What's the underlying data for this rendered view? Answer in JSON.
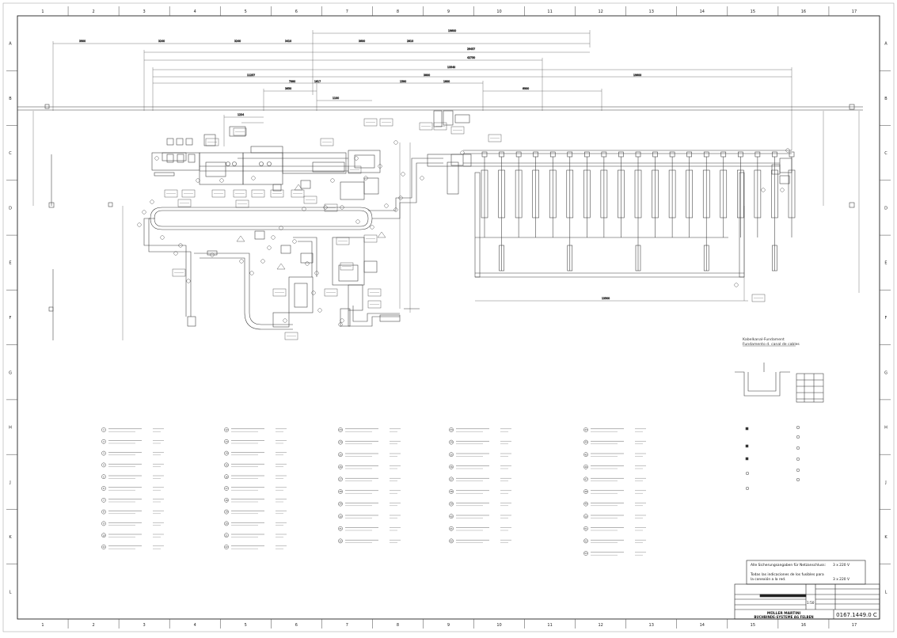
{
  "grid": {
    "columns": [
      "1",
      "2",
      "3",
      "4",
      "5",
      "6",
      "7",
      "8",
      "9",
      "10",
      "11",
      "12",
      "13",
      "14",
      "15",
      "16",
      "17"
    ],
    "rows": [
      "A",
      "B",
      "C",
      "D",
      "E",
      "F",
      "G",
      "H",
      "J",
      "K",
      "L"
    ]
  },
  "detail": {
    "title_de": "Kabelkanal-Fundament",
    "title_es": "Fundamento d. canal de cables"
  },
  "legend": {
    "columns": [
      {
        "codes": [
          "1",
          "2",
          "3",
          "4",
          "5",
          "6",
          "7",
          "8",
          "9",
          "10",
          "11"
        ]
      },
      {
        "codes": [
          "12",
          "13",
          "14",
          "15",
          "16",
          "17",
          "18",
          "19",
          "20",
          "21",
          "22"
        ]
      },
      {
        "codes": [
          "23",
          "24",
          "25",
          "26",
          "27",
          "28",
          "29",
          "30",
          "31",
          "32"
        ]
      },
      {
        "codes": [
          "33",
          "34",
          "35",
          "36",
          "37",
          "38",
          "39",
          "40",
          "41",
          "42"
        ]
      },
      {
        "codes": [
          "43",
          "44",
          "45",
          "46",
          "47",
          "48",
          "49",
          "50",
          "51",
          "52",
          "53"
        ]
      }
    ]
  },
  "notes": {
    "note_de": "Alle Sicherungsangaben für Netzanschluss:",
    "note_es_1": "Todas las indicaciones de los fusibles para",
    "note_es_2": "la conexión a la red.",
    "voltage_1": "3 x 220 V",
    "voltage_2": "3 x 220 V"
  },
  "title_block": {
    "scale": "1:50",
    "company_1": "MÜLLER MARTINI",
    "company_2": "BUCHBINDE-SYSTEME AG FELBEN",
    "drawing_number": "0167.1449.0 C"
  },
  "colors": {
    "line": "#3a3a3a",
    "frame": "#222222",
    "paper": "#ffffff"
  }
}
